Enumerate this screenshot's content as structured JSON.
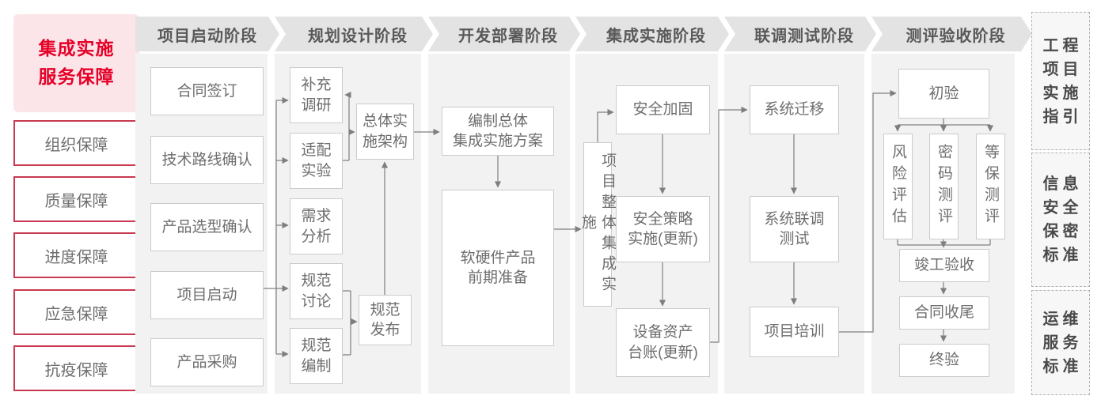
{
  "sidebar": {
    "title": "集成实施\n服务保障",
    "items": [
      "组织保障",
      "质量保障",
      "进度保障",
      "应急保障",
      "抗疫保障"
    ]
  },
  "phases": [
    {
      "header": "项目启动阶段",
      "boxes": [
        "合同签订",
        "技术路线确认",
        "产品选型确认",
        "项目启动",
        "产品采购"
      ]
    },
    {
      "header": "规划设计阶段",
      "boxes": [
        "补充\n调研",
        "适配\n实验",
        "需求\n分析",
        "规范\n讨论",
        "规范\n编制",
        "总体实\n施架构",
        "规范\n发布"
      ]
    },
    {
      "header": "开发部署阶段",
      "boxes": [
        "编制总体\n集成实施方案",
        "软硬件产品\n前期准备"
      ]
    },
    {
      "header": "集成实施阶段",
      "boxes": [
        "项目整体集成实施",
        "安全加固",
        "安全策略\n实施(更新)",
        "设备资产\n台账(更新)"
      ]
    },
    {
      "header": "联调测试阶段",
      "boxes": [
        "系统迁移",
        "系统联调\n测试",
        "项目培训"
      ]
    },
    {
      "header": "测评验收阶段",
      "boxes": [
        "初验",
        "风险评估",
        "密码测评",
        "等保测评",
        "竣工验收",
        "合同收尾",
        "终验"
      ]
    }
  ],
  "standards": [
    "工程\n项目\n实施\n指引",
    "信息\n安全\n保密\n标准",
    "运维\n服务\n标准"
  ],
  "colors": {
    "accent_red": "#e60028",
    "pink_bg": "#fbe5e8",
    "red_border": "#c73a50",
    "header_bg": "#e3e3e3",
    "column_bg": "#f2f2f2",
    "box_border": "#cbcbcb",
    "box_text": "#6e6e6e",
    "header_text": "#595959",
    "connector": "#7f7f7f"
  }
}
